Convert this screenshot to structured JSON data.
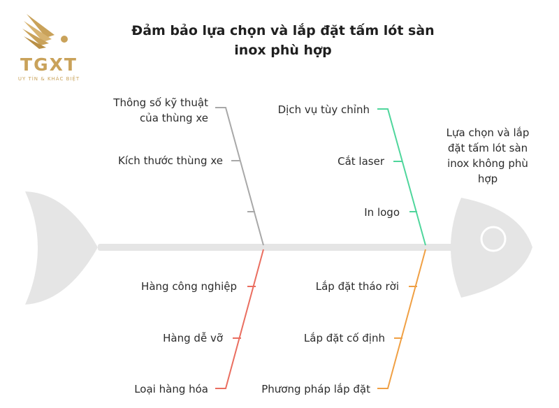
{
  "logo": {
    "name": "TGXT",
    "tagline": "UY TÍN & KHÁC BIỆT",
    "color": "#c9a25a"
  },
  "title": {
    "line1": "Đảm bảo lựa chọn và lắp đặt tấm lót sàn",
    "line2": "inox phù hợp"
  },
  "head": {
    "line1": "Lựa chọn và lắp",
    "line2": "đặt tấm lót sàn",
    "line3": "inox không phù",
    "line4": "hợp"
  },
  "top_left": {
    "color": "#a8a8a8",
    "item1_line1": "Thông số kỹ thuật",
    "item1_line2": "của thùng xe",
    "item2": "Kích thước thùng xe"
  },
  "top_right": {
    "color": "#4fd69c",
    "item1": "Dịch vụ tùy chỉnh",
    "item2": "Cắt laser",
    "item3": "In logo"
  },
  "bottom_left": {
    "color": "#ea6e60",
    "item1": "Hàng công nghiệp",
    "item2": "Hàng dễ vỡ",
    "item3": "Loại hàng hóa"
  },
  "bottom_right": {
    "color": "#f0a044",
    "item1": "Lắp đặt tháo rời",
    "item2": "Lắp đặt cố định",
    "item3": "Phương pháp lắp đặt"
  },
  "fish_color": "#e5e5e5"
}
